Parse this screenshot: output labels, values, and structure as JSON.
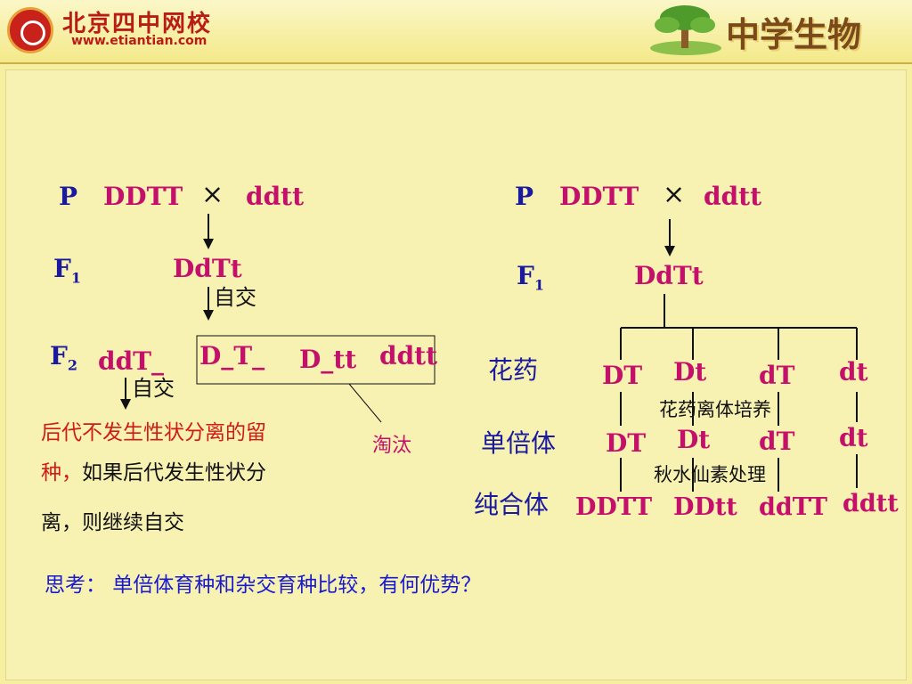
{
  "header": {
    "school_name": "北京四中网校",
    "url": "www.etiantian.com",
    "brand": "中学生物"
  },
  "left": {
    "p_label": "P",
    "p_parent1": "DDTT",
    "cross": "×",
    "p_parent2": "ddtt",
    "f1_label": "F",
    "f1_sub": "1",
    "f1_genotype": "DdTt",
    "selfing1": "自交",
    "f2_label": "F",
    "f2_sub": "2",
    "f2_g1": "ddT_",
    "f2_g2": "D_T_",
    "f2_g3": "D_tt",
    "f2_g4": "ddtt",
    "selfing2": "自交",
    "eliminate": "淘汰",
    "note_red": "后代不发生性状分离的留种，",
    "note_red_line1": "后代不发生性状分离的留",
    "note_red_line2": "种，",
    "note_black_line2": "如果后代发生性状分",
    "note_black_line3": "离，则继续自交"
  },
  "right": {
    "p_label": "P",
    "p_parent1": "DDTT",
    "cross": "×",
    "p_parent2": "ddtt",
    "f1_label": "F",
    "f1_sub": "1",
    "f1_genotype": "DdTt",
    "row_anther": "花药",
    "anther": [
      "DT",
      "Dt",
      "dT",
      "dt"
    ],
    "step1": "花药离体培养",
    "row_haploid": "单倍体",
    "haploid": [
      "DT",
      "Dt",
      "dT",
      "dt"
    ],
    "step2": "秋水仙素处理",
    "row_pure": "纯合体",
    "pure": [
      "DDTT",
      "DDtt",
      "ddTT",
      "ddtt"
    ]
  },
  "question": "思考： 单倍体育种和杂交育种比较，有何优势？"
}
